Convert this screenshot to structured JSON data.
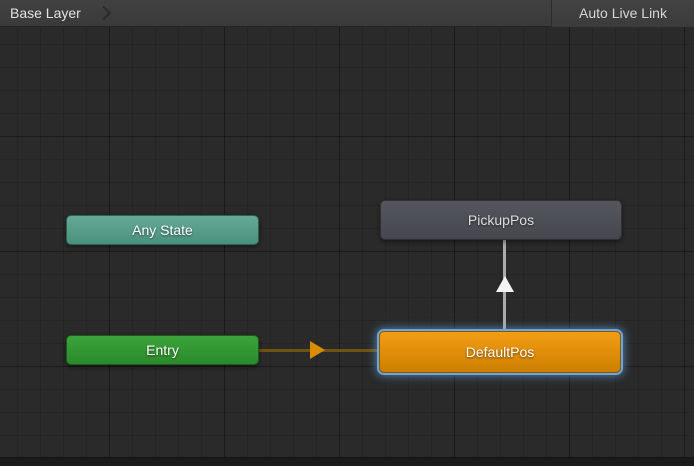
{
  "header": {
    "breadcrumb": "Base Layer",
    "live_link_button": "Auto Live Link"
  },
  "graph": {
    "nodes": [
      {
        "id": "any-state",
        "label": "Any State"
      },
      {
        "id": "pickup-pos",
        "label": "PickupPos"
      },
      {
        "id": "entry",
        "label": "Entry"
      },
      {
        "id": "default-pos",
        "label": "DefaultPos",
        "selected": true
      }
    ],
    "transitions": [
      {
        "from": "entry",
        "to": "default-pos",
        "color": "#d88d00"
      },
      {
        "from": "default-pos",
        "to": "pickup-pos",
        "color": "#f3f3f3"
      }
    ]
  },
  "colors": {
    "header_bar": "#3d3d3d",
    "canvas_background": "#2a2a2a",
    "any_state_node": "#4a917d",
    "entry_node": "#2b8a2b",
    "pickup_node": "#44474d",
    "default_node": "#cd7e00",
    "selection_outline": "#6aa7dd"
  }
}
